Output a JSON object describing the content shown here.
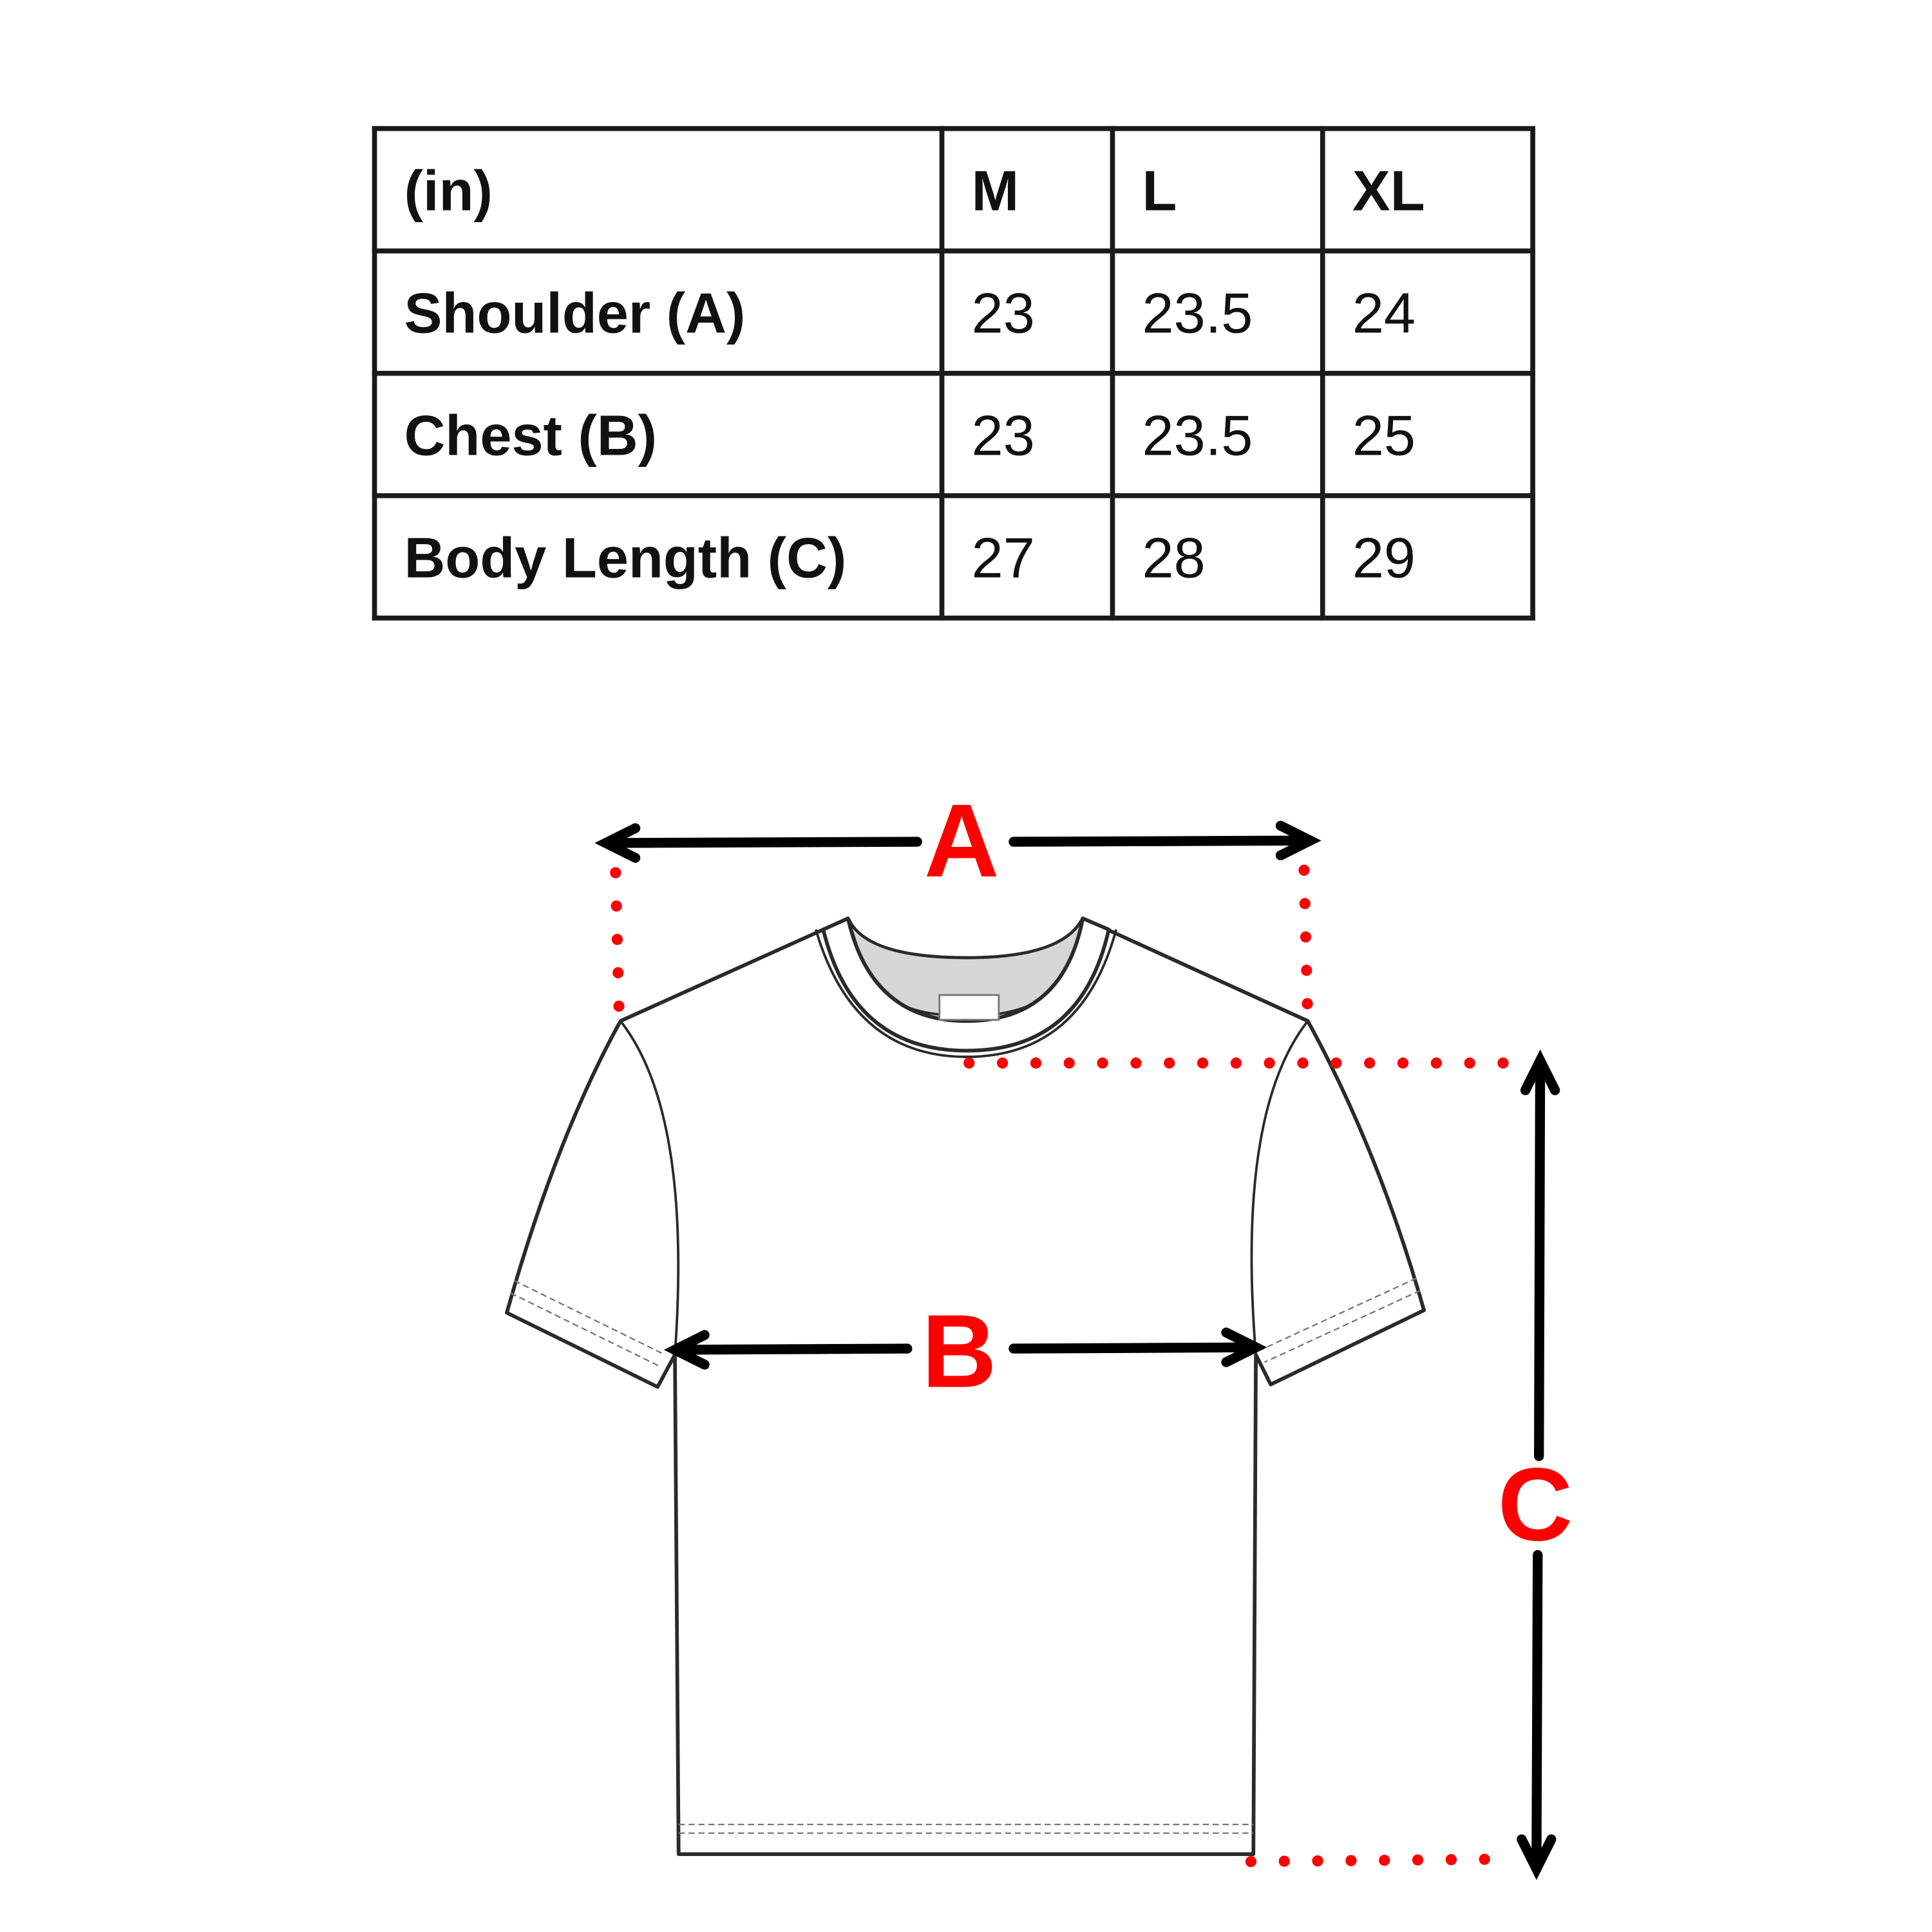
{
  "size_table": {
    "unit_header": "(in)",
    "sizes": [
      "M",
      "L",
      "XL"
    ],
    "rows": [
      {
        "label": "Shoulder (A)",
        "values": [
          "23",
          "23.5",
          "24"
        ]
      },
      {
        "label": "Chest (B)",
        "values": [
          "23",
          "23.5",
          "25"
        ]
      },
      {
        "label": "Body Length (C)",
        "values": [
          "27",
          "28",
          "29"
        ]
      }
    ]
  },
  "diagram": {
    "label_a": "A",
    "label_b": "B",
    "label_c": "C",
    "accent_color": "#ff0000"
  }
}
